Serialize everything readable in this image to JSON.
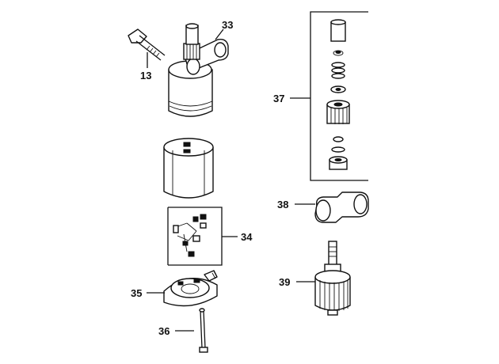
{
  "diagram": {
    "callouts": {
      "c13": "13",
      "c33": "33",
      "c34": "34",
      "c35": "35",
      "c36": "36",
      "c37": "37",
      "c38": "38",
      "c39": "39"
    },
    "colors": {
      "ink": "#111111",
      "paper": "#ffffff"
    }
  }
}
